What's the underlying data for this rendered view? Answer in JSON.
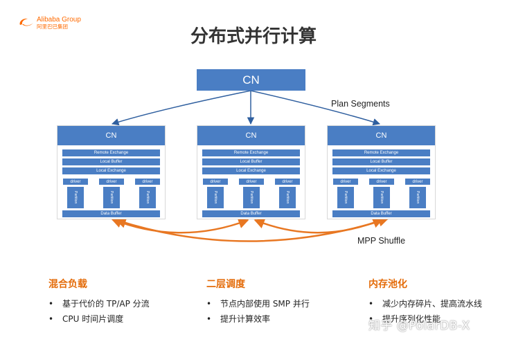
{
  "logo": {
    "en": "Alibaba Group",
    "cn": "阿里巴巴集团"
  },
  "title": "分布式并行计算",
  "top_node": "CN",
  "plan_label": "Plan Segments",
  "mpp_label": "MPP Shuffle",
  "nodes": [
    {
      "title": "CN",
      "remote_exchange": "Remote Exchange",
      "local_buffer": "Local Buffer",
      "local_exchange": "Local Exchange",
      "drivers": [
        "driver",
        "driver",
        "driver"
      ],
      "partitions": [
        "Partition",
        "Partition",
        "Partition"
      ],
      "data_buffer": "Data Buffer"
    },
    {
      "title": "CN",
      "remote_exchange": "Remote Exchange",
      "local_buffer": "Local Buffer",
      "local_exchange": "Local Exchange",
      "drivers": [
        "driver",
        "driver",
        "driver"
      ],
      "partitions": [
        "Partition",
        "Partition",
        "Partition"
      ],
      "data_buffer": "Data Buffer"
    },
    {
      "title": "CN",
      "remote_exchange": "Remote Exchange",
      "local_buffer": "Local Buffer",
      "local_exchange": "Local Exchange",
      "drivers": [
        "driver",
        "driver",
        "driver"
      ],
      "partitions": [
        "Partition",
        "Partition",
        "Partition"
      ],
      "data_buffer": "Data Buffer"
    }
  ],
  "features": [
    {
      "title": "混合负载",
      "items": [
        "基于代价的 TP/AP 分流",
        "CPU 时间片调度"
      ]
    },
    {
      "title": "二层调度",
      "items": [
        "节点内部使用 SMP 并行",
        "提升计算效率"
      ]
    },
    {
      "title": "内存池化",
      "items": [
        "减少内存碎片、提高流水线",
        "提升序列化性能"
      ]
    }
  ],
  "bullet": "•",
  "watermark": "知乎 @PolarDB-X",
  "colors": {
    "node_blue": "#4a7ec4",
    "arrow_blue": "#2f5f9f",
    "shuffle_orange": "#e87722",
    "feature_orange": "#e46c0a",
    "brand_orange": "#ff6a00"
  }
}
